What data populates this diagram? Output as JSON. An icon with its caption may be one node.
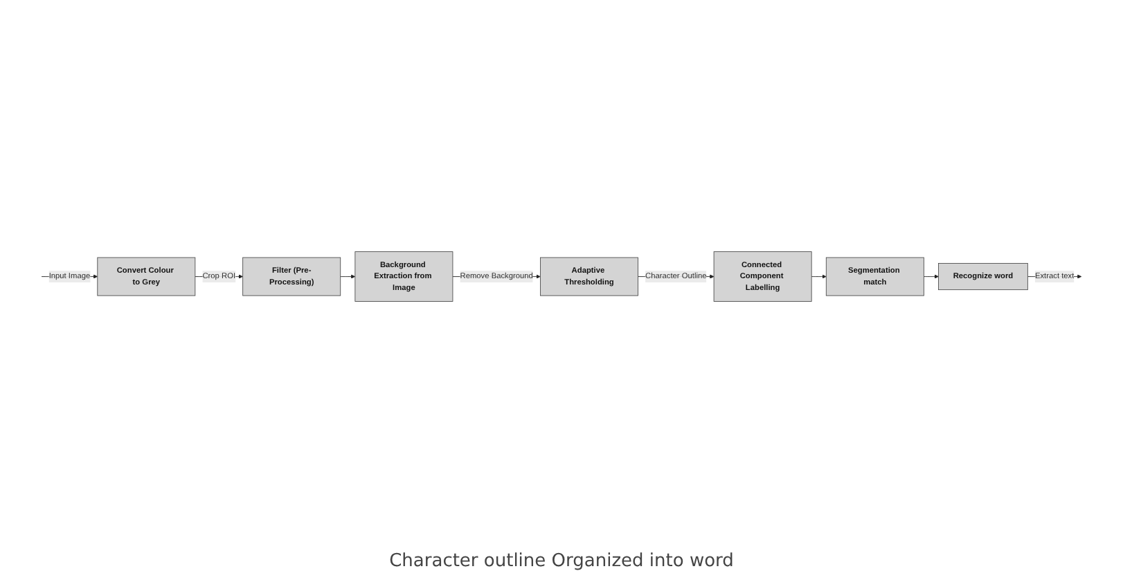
{
  "diagram": {
    "nodes": [
      {
        "text": [
          "Convert Colour to Grey"
        ]
      },
      {
        "text": [
          "Filter (Pre-Processing)"
        ]
      },
      {
        "text": [
          "Background Extraction from Image"
        ]
      },
      {
        "text": [
          "Adaptive Thresholding"
        ]
      },
      {
        "text": [
          "Connected Component Labelling"
        ]
      },
      {
        "text": [
          "Segmentation match"
        ]
      },
      {
        "text": [
          "Recognize word"
        ]
      }
    ],
    "edges": [
      {
        "from": null,
        "to": 0,
        "arrow": "to",
        "label": "Input Image"
      },
      {
        "from": 0,
        "to": 1,
        "arrow": "to",
        "label": "Crop ROI"
      },
      {
        "from": 1,
        "to": 2,
        "arrow": "to"
      },
      {
        "from": 2,
        "to": 3,
        "arrow": "to",
        "label": "Remove Background"
      },
      {
        "from": 3,
        "to": 4,
        "arrow": "to",
        "label": "Character Outline"
      },
      {
        "from": 4,
        "to": 5,
        "arrow": "to"
      },
      {
        "from": 5,
        "to": 6,
        "arrow": "to"
      },
      {
        "from": 6,
        "to": null,
        "arrow": "to",
        "label": "Extract text"
      }
    ],
    "labels": [
      "Character outline Organized into word"
    ]
  }
}
